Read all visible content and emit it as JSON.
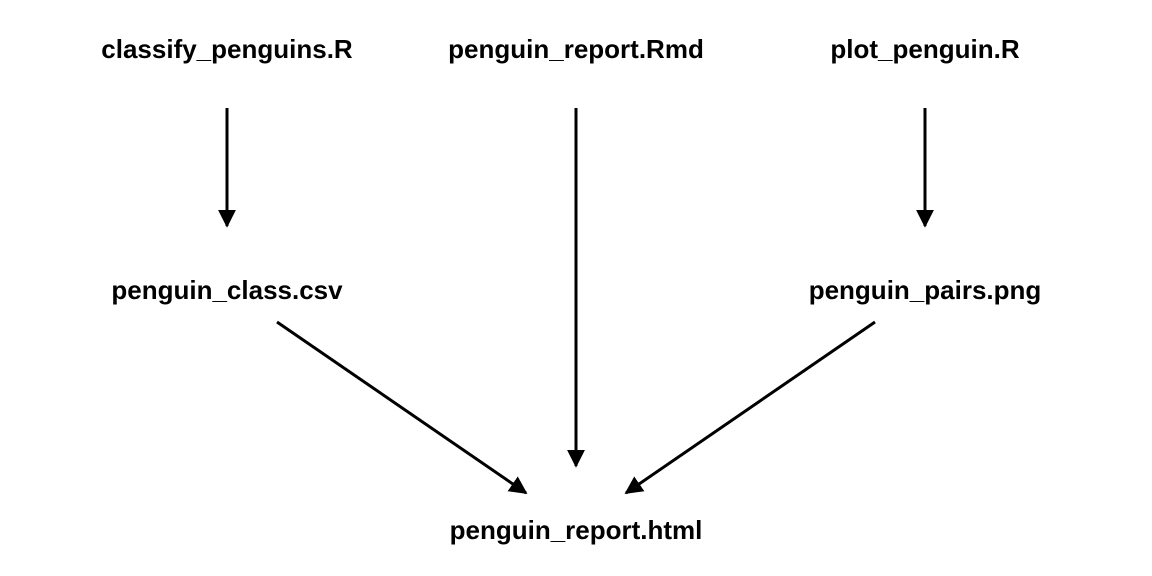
{
  "diagram": {
    "type": "flowchart",
    "nodes": {
      "classify_penguins": "classify_penguins.R",
      "penguin_report_rmd": "penguin_report.Rmd",
      "plot_penguin": "plot_penguin.R",
      "penguin_class": "penguin_class.csv",
      "penguin_pairs": "penguin_pairs.png",
      "penguin_report_html": "penguin_report.html"
    },
    "edges": [
      {
        "from": "classify_penguins.R",
        "to": "penguin_class.csv"
      },
      {
        "from": "plot_penguin.R",
        "to": "penguin_pairs.png"
      },
      {
        "from": "penguin_report.Rmd",
        "to": "penguin_report.html"
      },
      {
        "from": "penguin_class.csv",
        "to": "penguin_report.html"
      },
      {
        "from": "penguin_pairs.png",
        "to": "penguin_report.html"
      }
    ],
    "colors": {
      "text": "#000000",
      "edge": "#000000",
      "background": "#ffffff"
    }
  }
}
